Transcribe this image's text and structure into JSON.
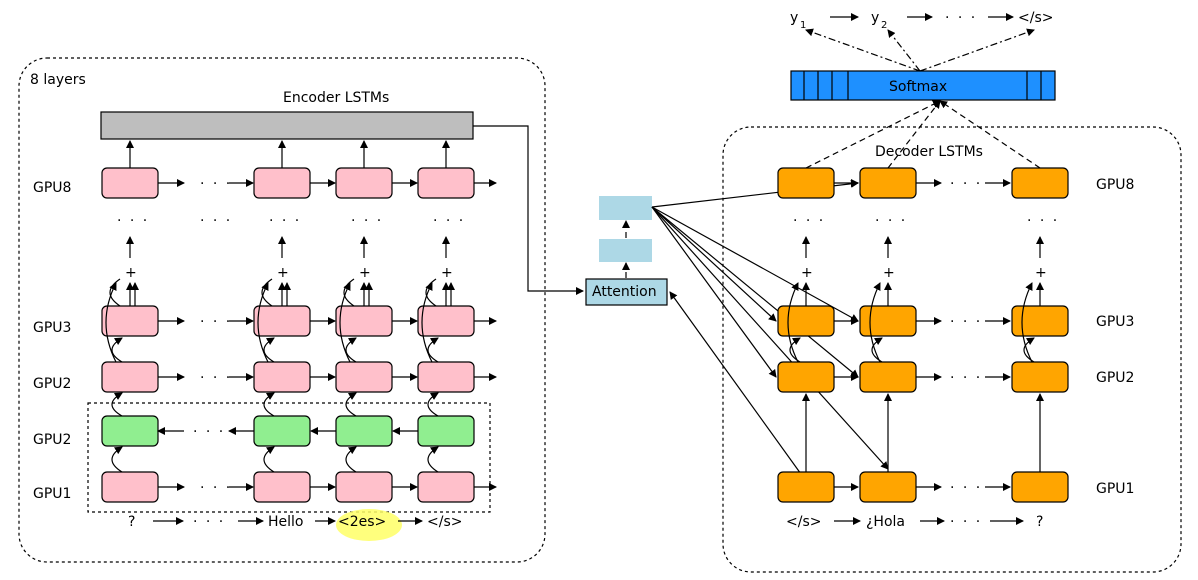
{
  "colors": {
    "encoder_cell": "#ffc0cb",
    "reverse_cell": "#90ee90",
    "decoder_cell": "#ffa500",
    "attention": "#add8e6",
    "softmax": "#1e90ff",
    "top_bar": "#bebebe",
    "highlight": "#ffff66"
  },
  "encoder": {
    "layers_label": "8 layers",
    "title": "Encoder LSTMs",
    "row_labels": {
      "gpu8": "GPU8",
      "gpu3": "GPU3",
      "gpu2_top": "GPU2",
      "gpu2_bottom": "GPU2",
      "gpu1": "GPU1"
    },
    "tokens": {
      "t1": "?",
      "t2": "Hello",
      "t3": "<2es>",
      "t4": "</s>"
    },
    "ellipsis": "· · ·",
    "plus": "+"
  },
  "attention": {
    "label": "Attention"
  },
  "decoder": {
    "title": "Decoder LSTMs",
    "row_labels": {
      "gpu8": "GPU8",
      "gpu3": "GPU3",
      "gpu2": "GPU2",
      "gpu1": "GPU1"
    },
    "tokens": {
      "t1": "</s>",
      "t2": "¿Hola",
      "t3": "?"
    },
    "ellipsis": "· · ·",
    "plus": "+"
  },
  "softmax": {
    "label": "Softmax"
  },
  "outputs": {
    "y1": "y",
    "y1_sub": "1",
    "y2": "y",
    "y2_sub": "2",
    "end": "</s>",
    "ellipsis": "· · ·"
  }
}
